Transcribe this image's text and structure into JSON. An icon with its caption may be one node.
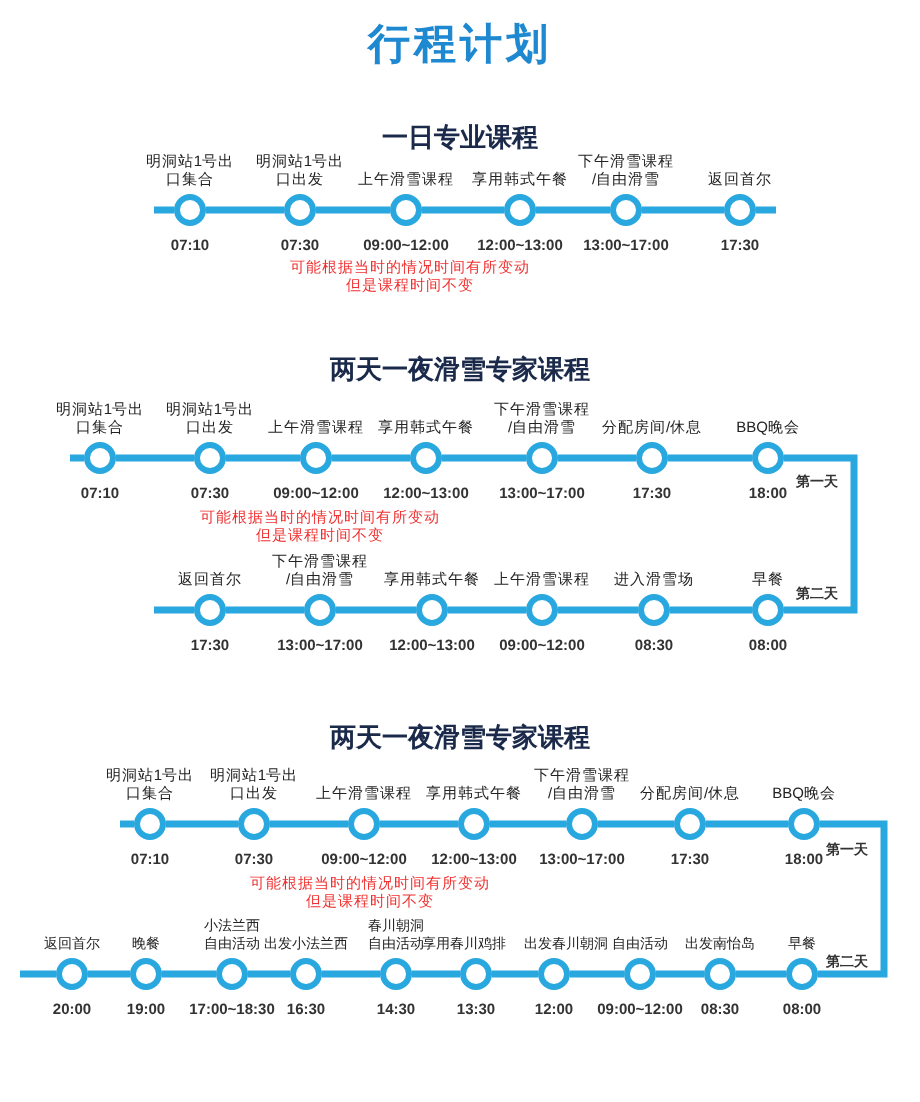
{
  "diagram": {
    "title": "行程计划",
    "nodes": [
      {
        "text": [],
        "shape": "circle",
        "beside": [
          "明洞站1号出口集合",
          "07:10"
        ]
      },
      {
        "text": [],
        "shape": "circle",
        "beside": [
          "明洞站1号出口出发",
          "07:30"
        ]
      },
      {
        "text": [],
        "shape": "circle",
        "beside": [
          "上午滑雪课程",
          "09:00~12:00"
        ]
      },
      {
        "text": [],
        "shape": "circle",
        "beside": [
          "享用韩式午餐",
          "12:00~13:00"
        ]
      },
      {
        "text": [],
        "shape": "circle",
        "beside": [
          "下午滑雪课程 /自由滑雪",
          "13:00~17:00"
        ]
      },
      {
        "text": [],
        "shape": "circle",
        "beside": [
          "返回首尔",
          "17:30"
        ]
      },
      {
        "text": [],
        "shape": "circle",
        "beside": [
          "明洞站1号出口集合",
          "07:10"
        ]
      },
      {
        "text": [],
        "shape": "circle",
        "beside": [
          "明洞站1号出口出发",
          "07:30"
        ]
      },
      {
        "text": [],
        "shape": "circle",
        "beside": [
          "上午滑雪课程",
          "09:00~12:00"
        ]
      },
      {
        "text": [],
        "shape": "circle",
        "beside": [
          "享用韩式午餐",
          "12:00~13:00"
        ]
      },
      {
        "text": [],
        "shape": "circle",
        "beside": [
          "下午滑雪课程 /自由滑雪",
          "13:00~17:00"
        ]
      },
      {
        "text": [],
        "shape": "circle",
        "beside": [
          "分配房间/休息",
          "17:30"
        ]
      },
      {
        "text": [],
        "shape": "circle",
        "beside": [
          "BBQ晚会",
          "18:00"
        ]
      },
      {
        "text": [],
        "shape": "circle",
        "beside": [
          "返回首尔",
          "17:30"
        ]
      },
      {
        "text": [],
        "shape": "circle",
        "beside": [
          "下午滑雪课程 /自由滑雪",
          "13:00~17:00"
        ]
      },
      {
        "text": [],
        "shape": "circle",
        "beside": [
          "享用韩式午餐",
          "12:00~13:00"
        ]
      },
      {
        "text": [],
        "shape": "circle",
        "beside": [
          "上午滑雪课程",
          "09:00~12:00"
        ]
      },
      {
        "text": [],
        "shape": "circle",
        "beside": [
          "进入滑雪场",
          "08:30"
        ]
      },
      {
        "text": [],
        "shape": "circle",
        "beside": [
          "早餐",
          "08:00"
        ]
      },
      {
        "text": [],
        "shape": "circle",
        "beside": [
          "明洞站1号出口集合",
          "07:10"
        ]
      },
      {
        "text": [],
        "shape": "circle",
        "beside": [
          "明洞站1号出口出发",
          "07:30"
        ]
      },
      {
        "text": [],
        "shape": "circle",
        "beside": [
          "上午滑雪课程",
          "09:00~12:00"
        ]
      },
      {
        "text": [],
        "shape": "circle",
        "beside": [
          "享用韩式午餐",
          "12:00~13:00"
        ]
      },
      {
        "text": [],
        "shape": "circle",
        "beside": [
          "下午滑雪课程 /自由滑雪",
          "13:00~17:00"
        ]
      },
      {
        "text": [],
        "shape": "circle",
        "beside": [
          "分配房间/休息",
          "17:30"
        ]
      },
      {
        "text": [],
        "shape": "circle",
        "beside": [
          "BBQ晚会",
          "18:00"
        ]
      },
      {
        "text": [],
        "shape": "circle",
        "beside": [
          "返回首尔",
          "20:00"
        ]
      },
      {
        "text": [],
        "shape": "circle",
        "beside": [
          "晚餐",
          "19:00"
        ]
      },
      {
        "text": [],
        "shape": "circle",
        "beside": [
          "小法兰西自由活动",
          "17:00~18:30"
        ]
      },
      {
        "text": [],
        "shape": "circle",
        "beside": [
          "出发小法兰西",
          "16:30"
        ]
      },
      {
        "text": [],
        "shape": "circle",
        "beside": [
          "春川朝洞自由活动",
          "14:30"
        ]
      },
      {
        "text": [],
        "shape": "circle",
        "beside": [
          "享用春川鸡排",
          "13:30"
        ]
      },
      {
        "text": [],
        "shape": "circle",
        "beside": [
          "出发春川朝洞",
          "12:00"
        ]
      },
      {
        "text": [],
        "shape": "circle",
        "beside": [
          "自由活动",
          "09:00~12:00"
        ]
      },
      {
        "text": [],
        "shape": "circle",
        "beside": [
          "出发南怡岛",
          "08:30"
        ]
      },
      {
        "text": [],
        "shape": "circle",
        "beside": [
          "早餐",
          "08:00"
        ]
      }
    ],
    "edges": [
      {
        "from": null,
        "to": 0,
        "arrow": "none"
      },
      {
        "from": 0,
        "to": 1,
        "arrow": "none"
      },
      {
        "from": 1,
        "to": 2,
        "arrow": "none"
      },
      {
        "from": 2,
        "to": 3,
        "arrow": "none"
      },
      {
        "from": 3,
        "to": 4,
        "arrow": "none"
      },
      {
        "from": 4,
        "to": 5,
        "arrow": "none"
      },
      {
        "from": 5,
        "to": null,
        "arrow": "none"
      },
      {
        "from": null,
        "to": 6,
        "arrow": "none"
      },
      {
        "from": 6,
        "to": 7,
        "arrow": "none"
      },
      {
        "from": 7,
        "to": 8,
        "arrow": "none"
      },
      {
        "from": 8,
        "to": 9,
        "arrow": "none"
      },
      {
        "from": 9,
        "to": 10,
        "arrow": "none"
      },
      {
        "from": 10,
        "to": 11,
        "arrow": "none"
      },
      {
        "from": 11,
        "to": 12,
        "arrow": "none"
      },
      {
        "from": 12,
        "to": 18,
        "arrow": "none"
      },
      {
        "from": 18,
        "to": 17,
        "arrow": "none"
      },
      {
        "from": 17,
        "to": 16,
        "arrow": "none"
      },
      {
        "from": 16,
        "to": 15,
        "arrow": "none"
      },
      {
        "from": 15,
        "to": 14,
        "arrow": "none"
      },
      {
        "from": 14,
        "to": 13,
        "arrow": "none"
      },
      {
        "from": 13,
        "to": null,
        "arrow": "none"
      },
      {
        "from": null,
        "to": 19,
        "arrow": "none"
      },
      {
        "from": 19,
        "to": 20,
        "arrow": "none"
      },
      {
        "from": 20,
        "to": 21,
        "arrow": "none"
      },
      {
        "from": 21,
        "to": 22,
        "arrow": "none"
      },
      {
        "from": 22,
        "to": 23,
        "arrow": "none"
      },
      {
        "from": 23,
        "to": 24,
        "arrow": "none"
      },
      {
        "from": 24,
        "to": 25,
        "arrow": "none"
      },
      {
        "from": 25,
        "to": 35,
        "arrow": "none"
      },
      {
        "from": 35,
        "to": 34,
        "arrow": "none"
      },
      {
        "from": 34,
        "to": 33,
        "arrow": "none"
      },
      {
        "from": 33,
        "to": 32,
        "arrow": "none"
      },
      {
        "from": 32,
        "to": 31,
        "arrow": "none"
      },
      {
        "from": 31,
        "to": 30,
        "arrow": "none"
      },
      {
        "from": 30,
        "to": 29,
        "arrow": "none"
      },
      {
        "from": 29,
        "to": 28,
        "arrow": "none"
      },
      {
        "from": 28,
        "to": 27,
        "arrow": "none"
      },
      {
        "from": 27,
        "to": 26,
        "arrow": "none"
      },
      {
        "from": 26,
        "to": null,
        "arrow": "none"
      }
    ],
    "labels": [
      "一日专业课程",
      "可能根据当时的情况时间有所变动",
      "但是课程时间不变",
      "两天一夜滑雪专家课程",
      "第一天",
      "可能根据当时的情况时间有所变动",
      "但是课程时间不变",
      "第二天",
      "两天一夜滑雪专家课程",
      "第一天",
      "可能根据当时的情况时间有所变动",
      "但是课程时间不变",
      "第二天"
    ]
  }
}
